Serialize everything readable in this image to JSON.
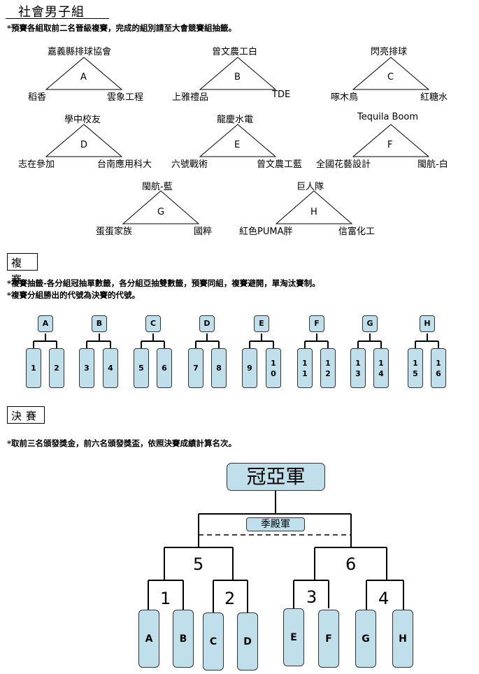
{
  "header": {
    "title": "社會男子組",
    "note": "*預賽各組取前二名晉級複賽，完成的組別請至大會競賽組抽籤。"
  },
  "prelim_groups": [
    {
      "letter": "A",
      "top": "嘉義縣排球協會",
      "left": "稻香",
      "right": "雲象工程"
    },
    {
      "letter": "B",
      "top": "曾文農工白",
      "left": "上雅禮品",
      "right": "TDE"
    },
    {
      "letter": "C",
      "top": "閃亮排球",
      "left": "啄木鳥",
      "right": "紅糖水"
    },
    {
      "letter": "D",
      "top": "學中校友",
      "left": "志在參加",
      "right": "台南應用科大"
    },
    {
      "letter": "E",
      "top": "龍慶水電",
      "left": "六號戰術",
      "right": "曾文農工藍"
    },
    {
      "letter": "F",
      "top": "Tequila Boom",
      "left": "全國花藝設計",
      "right": "閩航-白"
    },
    {
      "letter": "G",
      "top": "閩航-藍",
      "left": "蛋蛋家族",
      "right": "國粹"
    },
    {
      "letter": "H",
      "top": "巨人隊",
      "left": "紅色PUMA胖",
      "right": "信富化工"
    }
  ],
  "semifinal": {
    "section_label": "複賽",
    "notes": [
      "*複賽抽籤-各分組冠抽單數籤，各分組亞抽雙數籤，預賽同組，複賽避開，單淘汰賽制。",
      "*複賽分組勝出的代號為決賽的代號。"
    ],
    "brackets": [
      {
        "head": "A",
        "slots": [
          "1",
          "2"
        ]
      },
      {
        "head": "B",
        "slots": [
          "3",
          "4"
        ]
      },
      {
        "head": "C",
        "slots": [
          "5",
          "6"
        ]
      },
      {
        "head": "D",
        "slots": [
          "7",
          "8"
        ]
      },
      {
        "head": "E",
        "slots": [
          "9",
          "10"
        ]
      },
      {
        "head": "F",
        "slots": [
          "11",
          "12"
        ]
      },
      {
        "head": "G",
        "slots": [
          "13",
          "14"
        ]
      },
      {
        "head": "H",
        "slots": [
          "15",
          "16"
        ]
      }
    ]
  },
  "final": {
    "section_label": "決賽",
    "note": "*取前三名頒發獎金，前六名頒發獎盃，依照決賽成績計算名次。",
    "champion_label": "冠亞軍",
    "third_label": "季殿軍",
    "semis": [
      "5",
      "6"
    ],
    "quarters": [
      "1",
      "2",
      "3",
      "4"
    ],
    "teams": [
      "A",
      "B",
      "C",
      "D",
      "E",
      "F",
      "G",
      "H"
    ]
  }
}
